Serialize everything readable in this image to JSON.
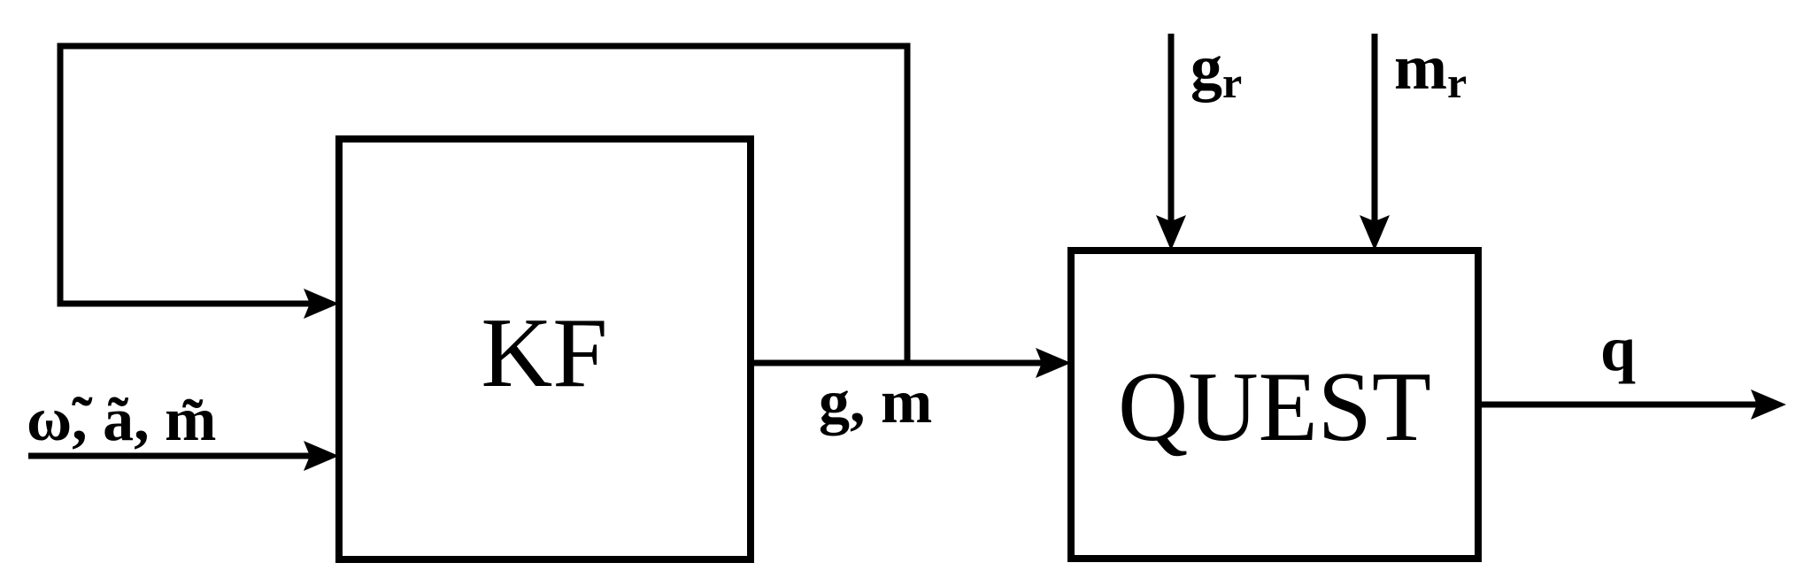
{
  "blocks": {
    "kf": {
      "label": "KF"
    },
    "quest": {
      "label": "QUEST"
    }
  },
  "signals": {
    "sensor_input": {
      "label": "ω̃, ã, m̃"
    },
    "kf_output": {
      "label": "g, m"
    },
    "gravity_ref": {
      "main": "g",
      "sub": "r"
    },
    "mag_ref": {
      "main": "m",
      "sub": "r"
    },
    "quest_output": {
      "label": "q"
    }
  }
}
